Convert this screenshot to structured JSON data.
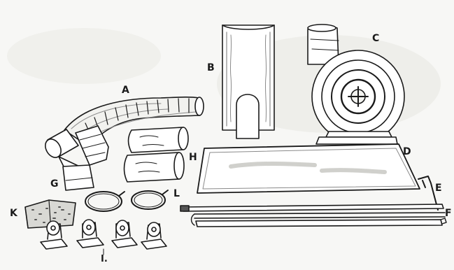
{
  "labels": {
    "a": "A",
    "b": "B",
    "c": "C",
    "d": "D",
    "e": "E",
    "f": "F",
    "g": "G",
    "h": "H",
    "i": "I.",
    "k": "K",
    "l": "L"
  },
  "colors": {
    "ink": "#1a1a1a",
    "paper": "#f7f7f5",
    "shade": "#8a8a8a"
  }
}
